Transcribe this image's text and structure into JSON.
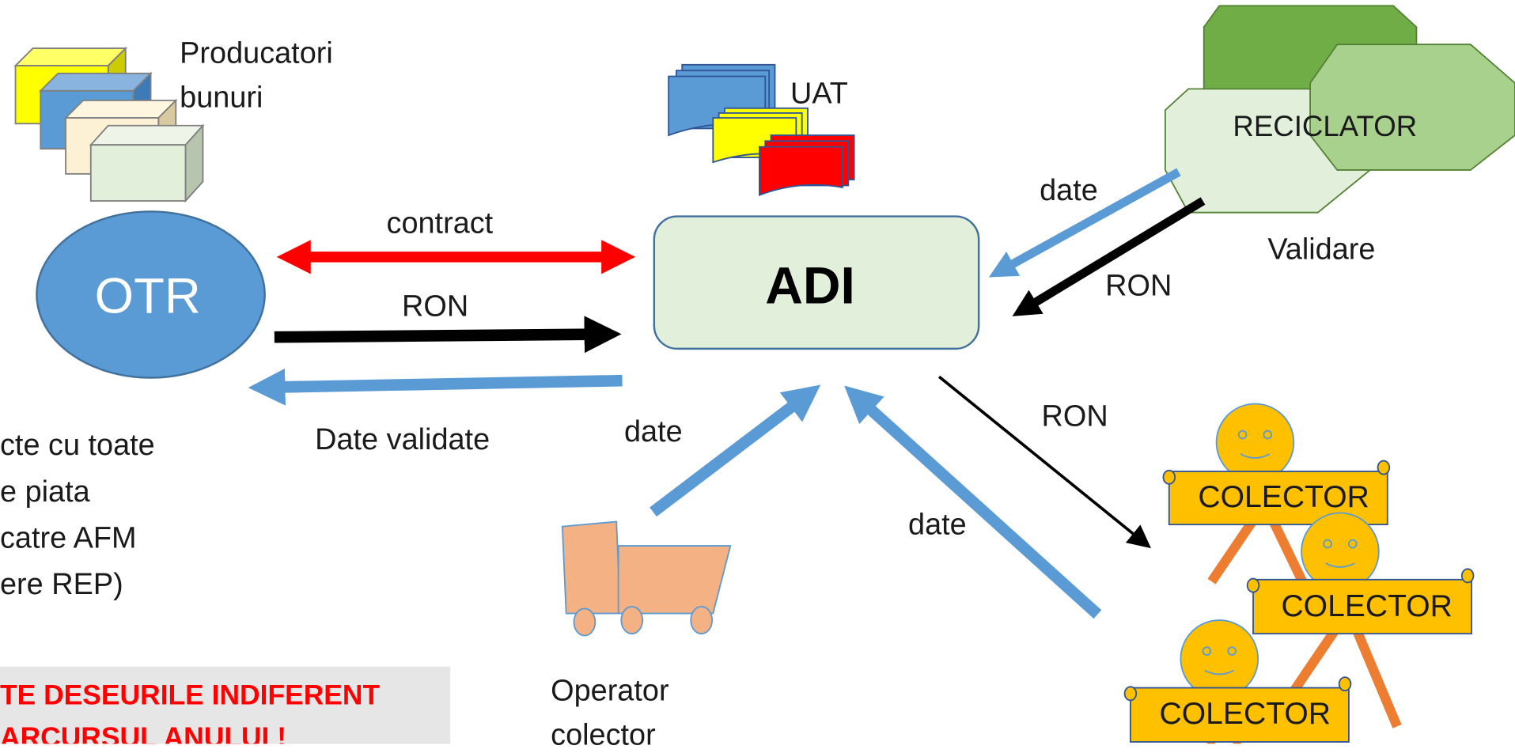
{
  "labels": {
    "producers": [
      "Producatori",
      "bunuri"
    ],
    "otr": "OTR",
    "uat": "UAT",
    "adi": "ADI",
    "reciclator": "RECICLATOR",
    "validare": "Validare",
    "contract": "contract",
    "ron_otr": "RON",
    "date_validate": "Date validate",
    "date_reciclator": "date",
    "ron_reciclator": "RON",
    "ron_colector": "RON",
    "date_operator": "date",
    "date_colector": "date",
    "operator": [
      "Operator",
      "colector"
    ],
    "colectors": [
      "COLECTOR",
      "COLECTOR",
      "COLECTOR"
    ],
    "left_text": [
      "cte cu toate",
      "e piata",
      "catre AFM",
      "ere REP)"
    ],
    "notice": [
      "TE DESEURILE INDIFERENT",
      "ARCURSUL ANULUI !"
    ]
  },
  "colors": {
    "otr_fill": "#5b9bd5",
    "adi_fill": "#e2efda",
    "contract_arrow": "#ff0000",
    "data_arrow": "#5b9bd5",
    "money_arrow": "#000000",
    "colector_banner": "#ffc000",
    "notice_text": "#ff0000"
  }
}
